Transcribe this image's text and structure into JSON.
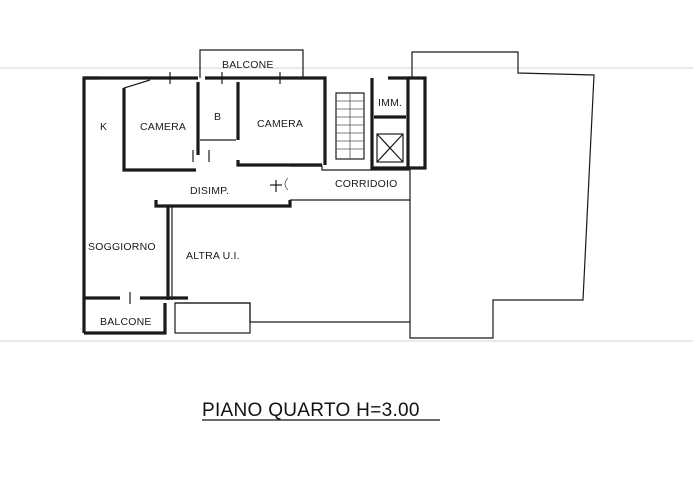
{
  "rooms": {
    "balcone_top": "BALCONE",
    "kitchen": "K",
    "camera_left": "CAMERA",
    "bath": "B",
    "camera_right": "CAMERA",
    "lift": "IMM.",
    "disimpegno": "DISIMP.",
    "corridoio": "CORRIDOIO",
    "soggiorno": "SOGGIORNO",
    "altra_unita": "ALTRA U.I.",
    "balcone_bottom": "BALCONE"
  },
  "caption": "PIANO QUARTO H=3.00"
}
